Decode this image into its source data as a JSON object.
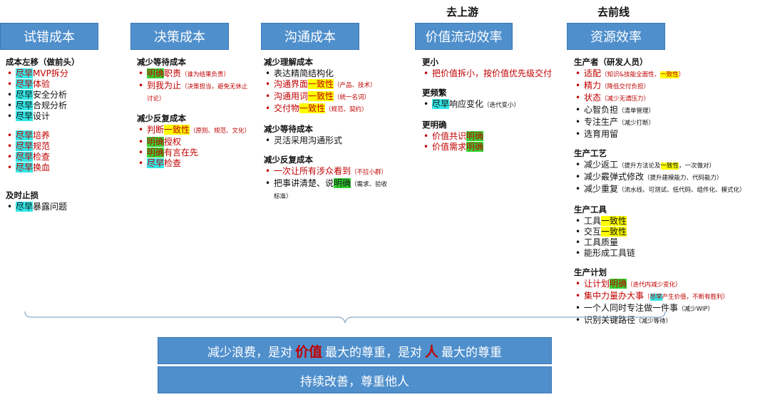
{
  "top_labels": {
    "upstream": "去上游",
    "frontline": "去前线"
  },
  "headers": [
    "试错成本",
    "决策成本",
    "沟通成本",
    "价值流动效率",
    "资源效率"
  ],
  "col1": {
    "sec1_title": "成本左移（做前头）",
    "sec1_items": [
      {
        "hl": "尽早",
        "text": "MVP拆分"
      },
      {
        "hl": "尽早",
        "text": "体验"
      },
      {
        "hl": "尽早",
        "text": "安全分析"
      },
      {
        "hl": "尽早",
        "text": "合规分析"
      },
      {
        "hl": "尽早",
        "text": "设计"
      }
    ],
    "sec1b_items": [
      {
        "hl": "尽早",
        "text": "培养"
      },
      {
        "hl": "尽早",
        "text": "规范"
      },
      {
        "hl": "尽早",
        "text": "检查"
      },
      {
        "hl": "尽早",
        "text": "换血"
      }
    ],
    "sec2_title": "及时止损",
    "sec2_items": [
      {
        "hl": "尽早",
        "text": "暴露问题"
      }
    ]
  },
  "col2": {
    "sec1_title": "减少等待成本",
    "i1_hl": "明确",
    "i1_text": "职责",
    "i1_note": "（谁为结果负责）",
    "i2_text": "到我为止",
    "i2_note": "（决策担当，避免无休止讨论）",
    "sec2_title": "减少反复成本",
    "i3_text": "判断",
    "i3_hl": "一致性",
    "i3_note": "（原则、规范、文化）",
    "i4_hl": "明确",
    "i4_text": "授权",
    "i5_hl": "明确",
    "i5_text": "有言在先",
    "i6_hl": "尽早",
    "i6_text": "检查"
  },
  "col3": {
    "sec1_title": "减少理解成本",
    "i1_text": "表达精简结构化",
    "i2_text": "沟通界面",
    "i2_hl": "一致性",
    "i2_note": "（产品、技术）",
    "i3_text": "沟通用词",
    "i3_hl": "一致性",
    "i3_note": "（统一名词）",
    "i4_text": "交付物",
    "i4_hl": "一致性",
    "i4_note": "（规范、契约）",
    "sec2_title": "减少等待成本",
    "i5_text": "灵活采用沟通形式",
    "sec3_title": "减少反复成本",
    "i6_text": "一次让所有涉众看到",
    "i6_note": "（不拉小群）",
    "i7_text": "把事讲清楚、说",
    "i7_hl": "明确",
    "i7_note": "（需求、验收标准）"
  },
  "col4": {
    "sec1_title": "更小",
    "i1_text": "把价值拆小，按价值优先级交付",
    "sec2_title": "更频繁",
    "i2_hl": "尽早",
    "i2_text": "响应变化",
    "i2_note": "（迭代变小）",
    "sec3_title": "更明确",
    "i3_text": "价值共识",
    "i3_hl": "明确",
    "i4_text": "价值需求",
    "i4_hl": "明确"
  },
  "col5": {
    "sec1_title": "生产者（研发人员）",
    "i1_text": "适配",
    "i1_note": "（知识&技能全面性、",
    "i1_hl": "一致性",
    "i1_note2": "）",
    "i2_text": "精力",
    "i2_note": "（降低交付负担）",
    "i3_text": "状态",
    "i3_note": "（减少无谓压力）",
    "i4_text": "心智负担",
    "i4_note": "（清单管理）",
    "i5_text": "专注生产",
    "i5_note": "（减少打断）",
    "i6_text": "选育用留",
    "sec2_title": "生产工艺",
    "i7_text": "减少返工",
    "i7_note": "（提升方法论及",
    "i7_hl": "一致性",
    "i7_note2": "，一次做对）",
    "i8_text": "减少霰弹式修改",
    "i8_note": "（提升建模能力、代码能力）",
    "i9_text": "减少重复",
    "i9_note": "（流水线、可测试、低代码、组件化、模式化）",
    "sec3_title": "生产工具",
    "i10_text": "工具",
    "i10_hl": "一致性",
    "i11_text": "交互",
    "i11_hl": "一致性",
    "i12_text": "工具质量",
    "i13_text": "能形成工具链",
    "sec4_title": "生产计划",
    "i14_text": "让计划",
    "i14_hl": "明确",
    "i14_note": "（迭代内减少变化）",
    "i15_text": "集中力量办大事",
    "i15_note_pre": "（",
    "i15_hl": "尽早",
    "i15_note": "产生价值，不断有胜利）",
    "i16_text": "一个人同时专注做一件事",
    "i16_note": "（减少WIP）",
    "i17_text": "识别关键路径",
    "i17_note": "（减少等待）"
  },
  "banner1": {
    "part1": "减少浪费，是对",
    "em1": "价值",
    "part2": "最大的尊重，是对",
    "em2": "人",
    "part3": "最大的尊重"
  },
  "banner2": {
    "text": "持续改善，尊重他人"
  },
  "colors": {
    "header_bg": "#4f8fcc",
    "red_text": "#c00000",
    "cyan_hl": "#33e6e6",
    "yellow_hl": "#ffff00",
    "green_hl": "#33d633"
  }
}
